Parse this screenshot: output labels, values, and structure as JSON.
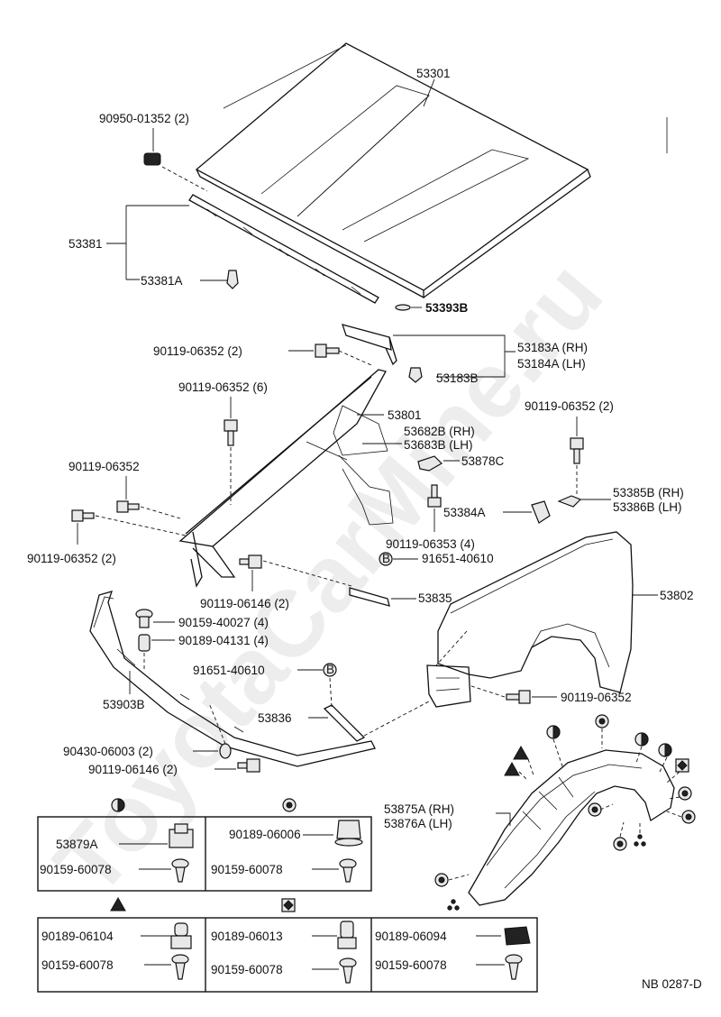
{
  "watermark": "ToyotaCarMine.ru",
  "sheet_code": "NB 0287-D",
  "labels": {
    "hood": "53301",
    "hood_cushion": "90950-01352 (2)",
    "hood_seal": "53381",
    "hood_seal_a": "53381A",
    "hood_retainer": "53393B",
    "bolt_hood_lock": "90119-06352 (2)",
    "support_rh": "53183A (RH)",
    "support_lh": "53184A (LH)",
    "support_b": "53183B",
    "bolt_apron_6": "90119-06352 (6)",
    "bolt_bracket_2": "90119-06352 (2)",
    "apron": "53801",
    "apron_ext_rh": "53682B (RH)",
    "apron_ext_lh": "53683B (LH)",
    "apron_plate": "53878C",
    "bolt_single_a": "90119-06352",
    "bolt_pair_b": "90119-06352 (2)",
    "bracket_384": "53384A",
    "bracket_385": "53385B (RH)",
    "bracket_386": "53386B (LH)",
    "bolt_06353": "90119-06353 (4)",
    "nut_b_upper": "91651-40610",
    "bolt_06146_a": "90119-06146 (2)",
    "fender": "53802",
    "stay_835": "53835",
    "clip_40027": "90159-40027 (4)",
    "clip_04131": "90189-04131 (4)",
    "nut_b_lower": "91651-40610",
    "spoiler": "53903B",
    "stay_836": "53836",
    "bolt_fender": "90119-06352",
    "clip_06003": "90430-06003 (2)",
    "bolt_06146_b": "90119-06146 (2)",
    "liner_rh": "53875A (RH)",
    "liner_lh": "53876A (LH)",
    "nut_circle_b": "B",
    "legend_half_1": "53879A",
    "legend_half_2": "90159-60078",
    "legend_rot_1": "90189-06006",
    "legend_rot_2": "90159-60078",
    "legend_tri_1": "90189-06104",
    "legend_tri_2": "90159-60078",
    "legend_dia_1": "90189-06013",
    "legend_dia_2": "90159-60078",
    "legend_dots_1": "90189-06094",
    "legend_dots_2": "90159-60078"
  }
}
